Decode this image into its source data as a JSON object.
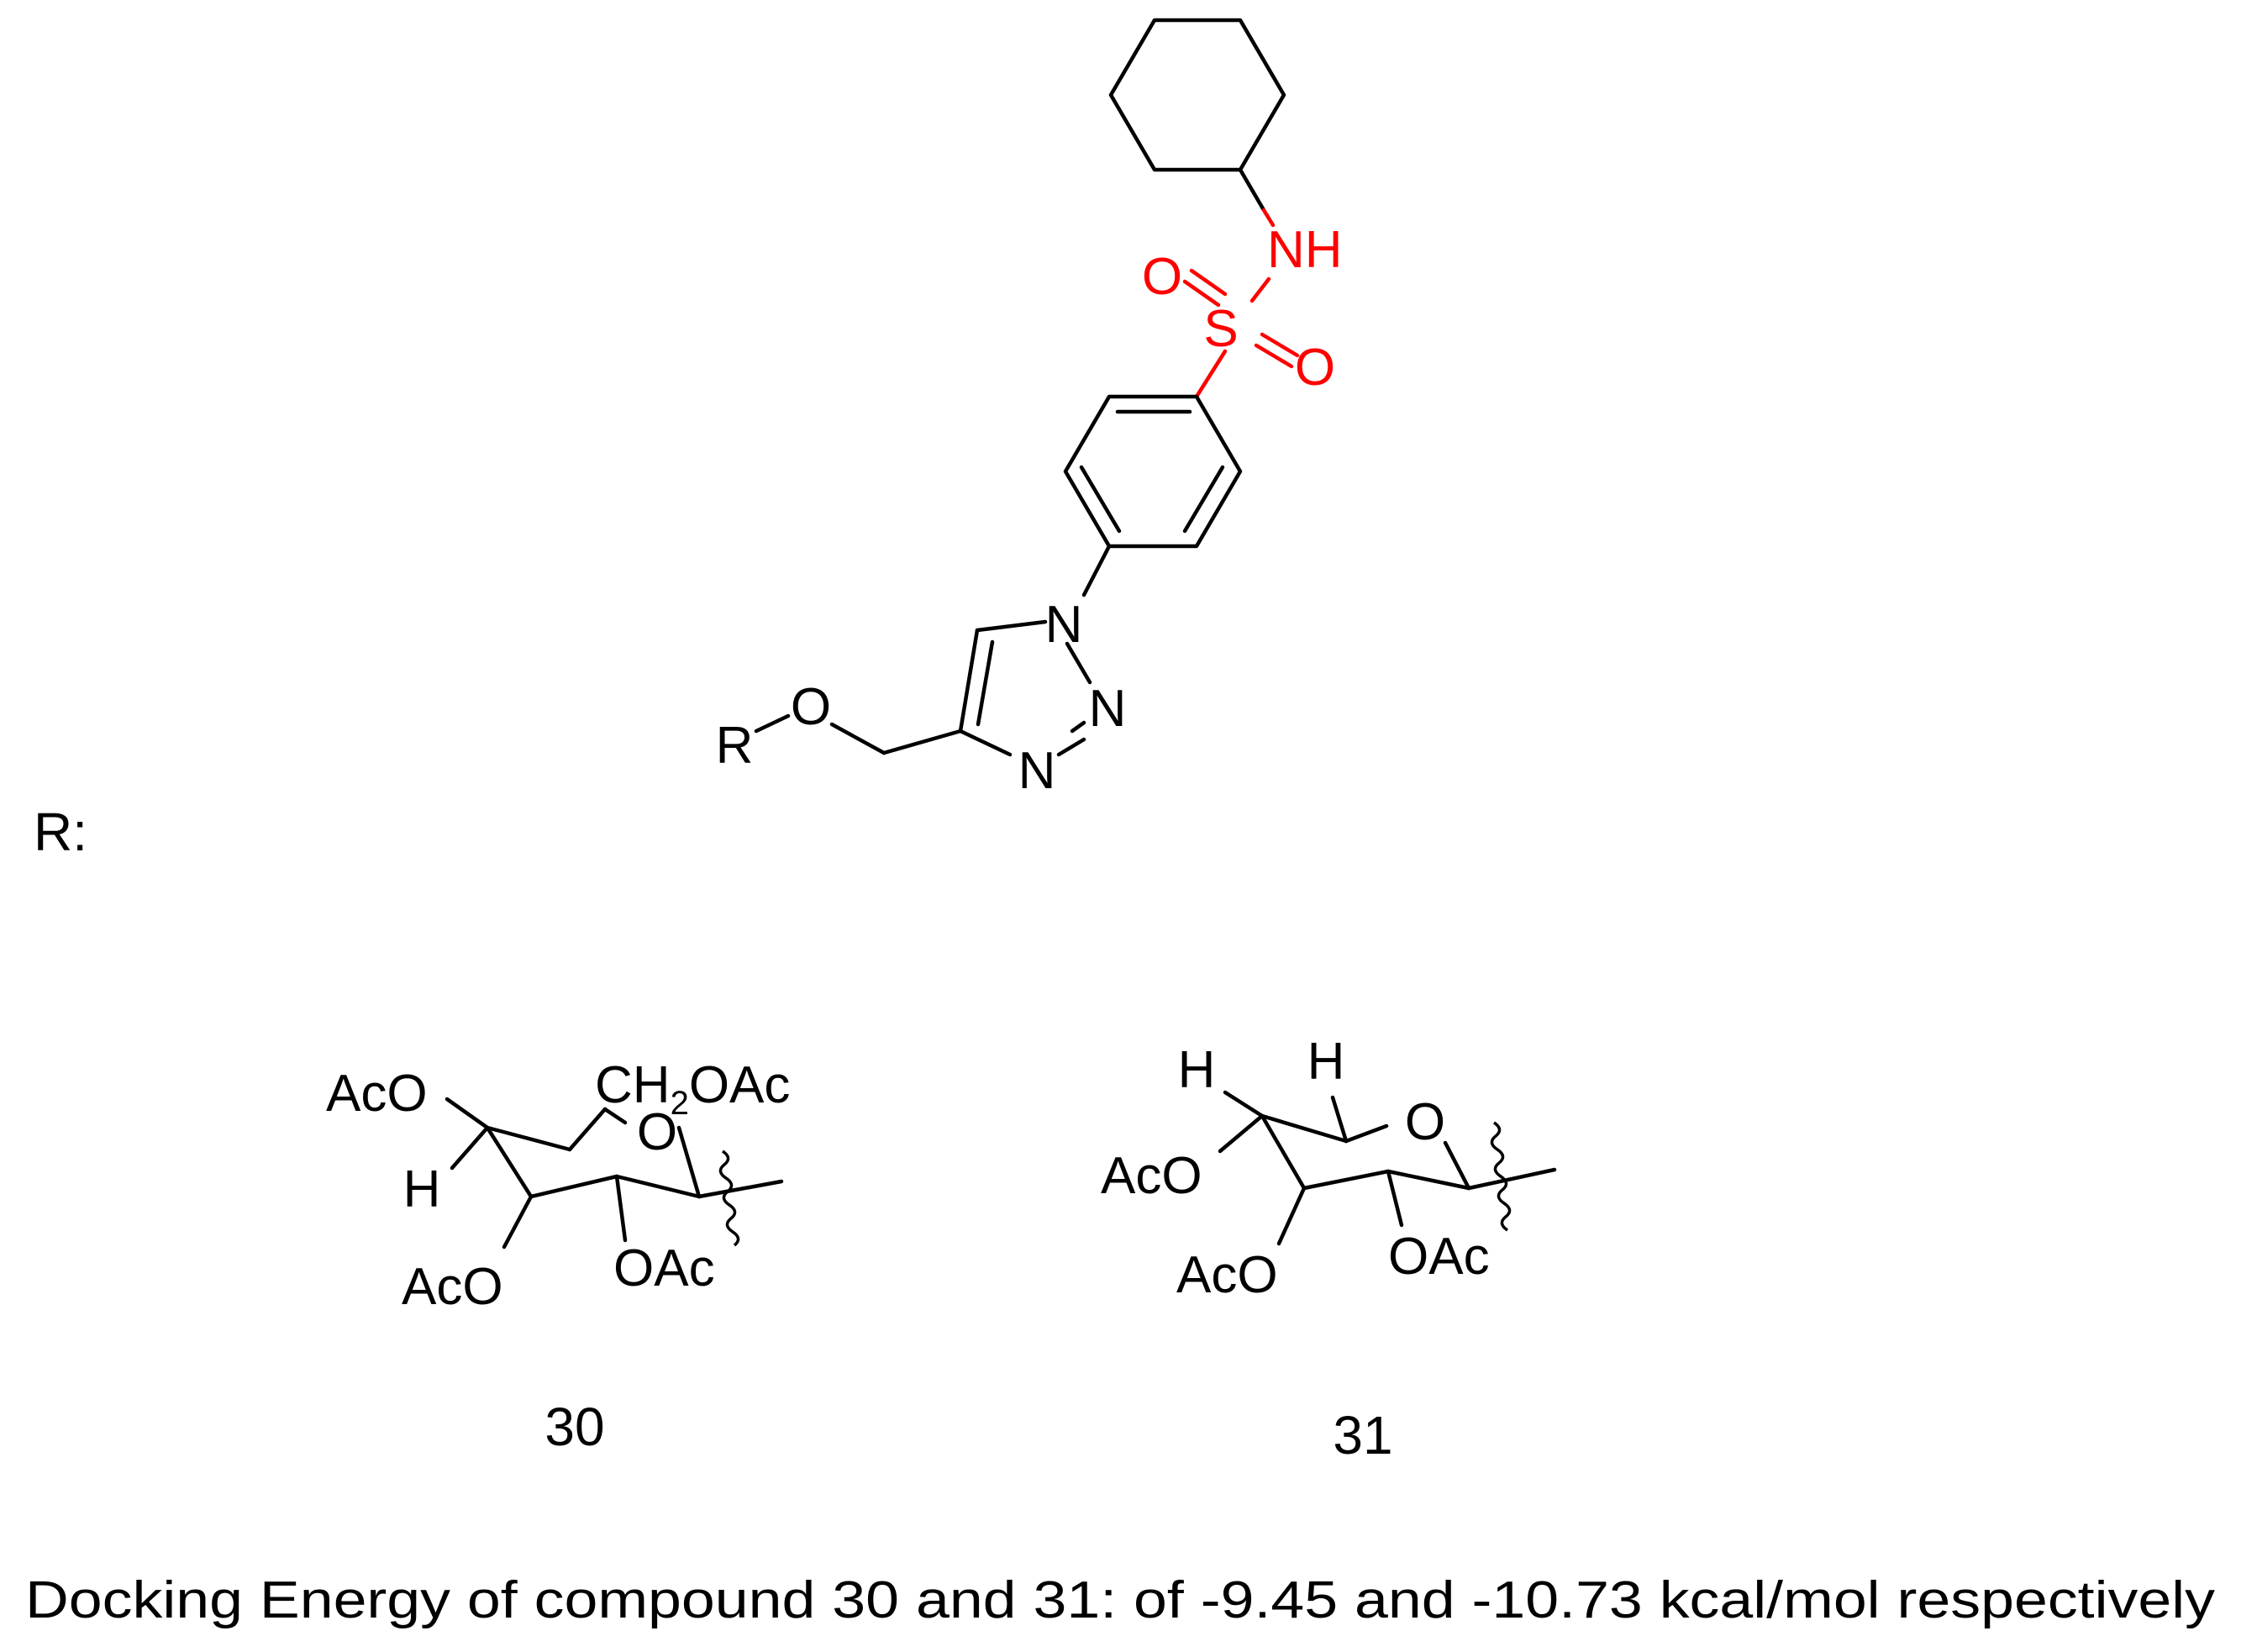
{
  "atoms": {
    "nh": "NH",
    "s": "S",
    "o_left": "O",
    "o_right": "O",
    "n1": "N",
    "n2": "N",
    "n3": "N",
    "ether_o": "O",
    "r": "R",
    "r_colon": "R:"
  },
  "sugar30": {
    "aco_top": "AcO",
    "ch2oac_1": "CH",
    "ch2oac_sub": "2",
    "ch2oac_2": "OAc",
    "ring_o": "O",
    "h": "H",
    "aco_bottom": "AcO",
    "oac": "OAc",
    "label": "30"
  },
  "sugar31": {
    "h_left": "H",
    "h_right": "H",
    "ring_o": "O",
    "aco_mid": "AcO",
    "aco_bottom": "AcO",
    "oac": "OAc",
    "label": "31"
  },
  "caption": "Docking Energy of compound 30 and 31: of -9.45 and -10.73 kcal/mol respectively",
  "colors": {
    "bond": "#000000",
    "sulfonamide": "#ff0000"
  }
}
